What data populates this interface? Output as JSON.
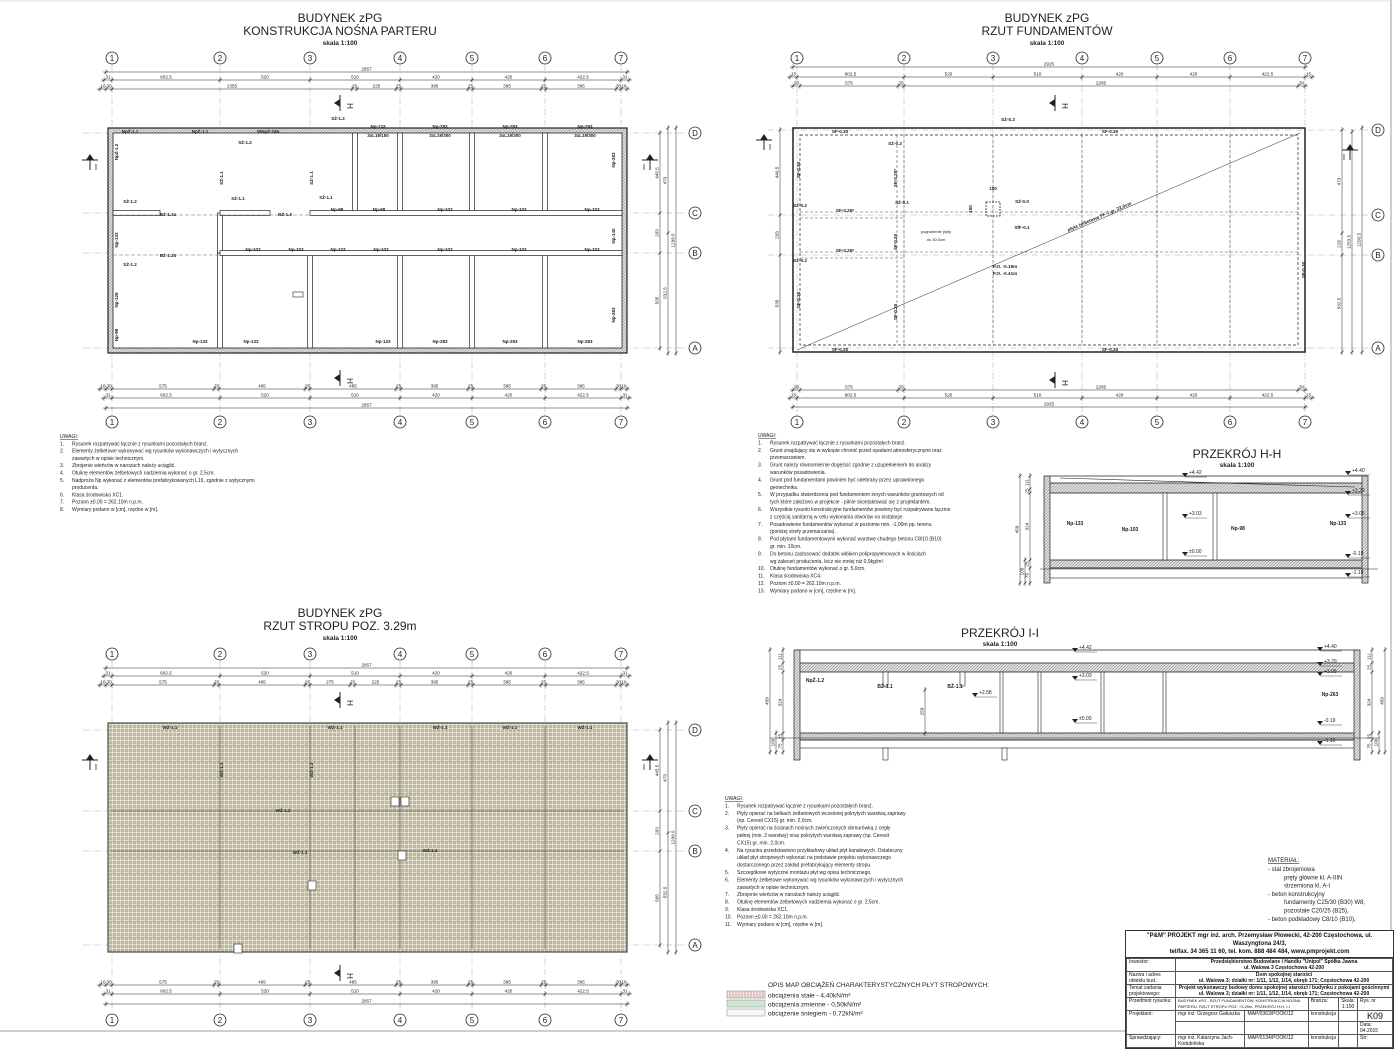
{
  "plans": [
    {
      "title": "BUDYNEK zPG",
      "subtitle": "KONSTRUKCJA NOŚNA PARTERU",
      "scale": "skala 1:100",
      "col_axes": [
        "1",
        "2",
        "3",
        "4",
        "5",
        "6",
        "7"
      ],
      "row_axes": [
        "D",
        "C",
        "B",
        "A"
      ],
      "section_marks": [
        "I",
        "I",
        "H",
        "H"
      ],
      "dims_top": [
        [
          "2957"
        ],
        [
          "31",
          "602.5",
          "520",
          "510",
          "420",
          "420",
          "422.5",
          "31"
        ],
        [
          "16",
          "30",
          "1355",
          "25",
          "225",
          "25",
          "395",
          "25",
          "395",
          "25",
          "395",
          "30",
          "16"
        ]
      ],
      "dims_bottom": [
        [
          "16",
          "30",
          "575",
          "25",
          "495",
          "25",
          "485",
          "25",
          "395",
          "25",
          "395",
          "25",
          "395",
          "30",
          "16"
        ],
        [
          "31",
          "602.5",
          "520",
          "510",
          "420",
          "420",
          "422.5",
          "31"
        ],
        [
          "2957"
        ]
      ],
      "dims_side": [
        [
          "445.5",
          "203",
          "505"
        ],
        [
          "473",
          "532.5"
        ],
        [
          "1299.5"
        ]
      ],
      "labels": [
        "NpŻ-1.1",
        "NpŻ-1.1",
        "WNpŻ-249",
        "SŻ-1.2",
        "SŻ-1.2",
        "Np-133",
        "Np-283",
        "Np-283",
        "Np-283",
        "3xL19/150",
        "3xL19/300",
        "3xL19/300",
        "3xL19/300",
        "NpŻ-1.2",
        "SŻ-1.1",
        "SŻ-1.1",
        "SŻ-1.2",
        "SŻ-1.1",
        "SŻ-1.1",
        "BŻ-1.2a",
        "BŻ-1.3",
        "Np-98",
        "Np-98",
        "Np-103",
        "Np-103",
        "Np-103",
        "BŻ-1.2b",
        "SŻ-1.2",
        "Np-103",
        "Np-103",
        "Np-103",
        "Np-103",
        "Np-103",
        "Np-103",
        "Np-103",
        "Np-133",
        "Np-133",
        "Np-133",
        "Np-283",
        "Np-283",
        "Np-283",
        "Np-133",
        "Np-128",
        "Np-98",
        "Np-283",
        "Np-140",
        "Np-283"
      ]
    },
    {
      "title": "BUDYNEK zPG",
      "subtitle": "RZUT FUNDAMENTÓW",
      "scale": "skala 1:100",
      "col_axes": [
        "1",
        "2",
        "3",
        "4",
        "5",
        "6",
        "7"
      ],
      "row_axes": [
        "D",
        "C",
        "B",
        "A"
      ],
      "section_marks": [
        "I",
        "I",
        "H",
        "H"
      ],
      "dims_top": [
        [
          "2925"
        ],
        [
          "15",
          "602.5",
          "520",
          "510",
          "420",
          "420",
          "422.5",
          "15"
        ],
        [
          "30",
          "575",
          "25",
          "2265",
          "30"
        ]
      ],
      "dims_bottom": [
        [
          "30",
          "575",
          "25",
          "2265",
          "30"
        ],
        [
          "15",
          "602.5",
          "520",
          "510",
          "420",
          "420",
          "422.5",
          "15"
        ],
        [
          "2925"
        ]
      ],
      "dims_side": [
        [
          "473",
          "228",
          "532.5"
        ],
        [
          "1253.5"
        ],
        [
          "1293.5"
        ]
      ],
      "dims_left": [
        "440.5",
        "203",
        "535"
      ],
      "labels": [
        "SF-0.30",
        "SF-0.30",
        "SF-0.30",
        "SF-0.30",
        "SŻ-0.2",
        "SŻ-0.2",
        "SŻ-0.2",
        "SŻ-0.2",
        "SŻ-0.1",
        "SŻ-0.0",
        "SfF-0.1",
        "SF-0.25*",
        "SF-0.25*",
        "SF-0.25*",
        "SF-0.25",
        "SF-0.25",
        "SF-0.30",
        "SF-0.30",
        "SF-0.30",
        "100",
        "100",
        "pogrubienie płyty",
        "do 30,0cm",
        "płyta żelbetowa PF-1 gr. 22,0cm",
        "P.O. -0.19m",
        "P.O. -0.41m"
      ]
    },
    {
      "title": "BUDYNEK zPG",
      "subtitle": "RZUT STROPU POZ. 3.29m",
      "scale": "skala 1:100",
      "col_axes": [
        "1",
        "2",
        "3",
        "4",
        "5",
        "6",
        "7"
      ],
      "row_axes": [
        "D",
        "C",
        "B",
        "A"
      ],
      "section_marks": [
        "I",
        "I",
        "H",
        "H"
      ],
      "dims_top": [
        [
          "2957"
        ],
        [
          "31",
          "602.5",
          "520",
          "510",
          "420",
          "420",
          "422.5",
          "31"
        ],
        [
          "16",
          "30",
          "575",
          "25",
          "495",
          "25",
          "275",
          "25",
          "225",
          "25",
          "395",
          "25",
          "395",
          "25",
          "395",
          "30",
          "16"
        ]
      ],
      "dims_bottom": [
        [
          "16",
          "30",
          "575",
          "25",
          "495",
          "25",
          "485",
          "25",
          "395",
          "25",
          "395",
          "25",
          "395",
          "30",
          "16"
        ],
        [
          "31",
          "602.5",
          "520",
          "510",
          "420",
          "420",
          "422.5",
          "31"
        ],
        [
          "2957"
        ]
      ],
      "dims_side": [
        [
          "445.5",
          "203",
          "505"
        ],
        [
          "473",
          "532.5"
        ],
        [
          "1299.5"
        ]
      ],
      "labels": [
        "WŻ-1.1",
        "WŻ-1.2",
        "WŻ-1.3",
        "WŻ-1.1",
        "WŻ-1.1",
        "WŻ-1.1",
        "WŻ-1.1",
        "WŻ-1.2",
        "WŻ-1.3",
        "WŻ-1.3"
      ]
    }
  ],
  "sections": [
    {
      "title": "PRZEKRÓJ H-H",
      "scale": "skala 1:100",
      "labels": [
        "+4.42",
        "+4.40",
        "+3.29",
        "+3.03",
        "+3.05",
        "±0.00",
        "-0.19",
        "-1.19",
        "Np-133",
        "Np-103",
        "Np-98",
        "Np-133",
        "111",
        "25",
        "459",
        "324",
        "100",
        "25",
        "75"
      ]
    },
    {
      "title": "PRZEKRÓJ I-I",
      "scale": "skala 1:100",
      "labels": [
        "+4.42",
        "+4.40",
        "+3.29",
        "+3.03",
        "+3.05",
        "+2.58",
        "±0.00",
        "-0.19",
        "-1.19",
        "NpŻ-1.2",
        "BŻ-1.1",
        "BŻ-1.1",
        "Np-263",
        "111",
        "25",
        "459",
        "324",
        "259",
        "100",
        "25",
        "75",
        "111",
        "25",
        "459",
        "324",
        "100",
        "25",
        "75"
      ]
    }
  ],
  "notes": [
    {
      "heading": "UWAGI:",
      "lines": [
        [
          "1.",
          "Rysunek rozpatrywać łącznie z rysunkami pozostałych branż."
        ],
        [
          "2.",
          "Elementy żelbetowe wykonywać wg rysunków wykonawczych i wytycznych"
        ],
        [
          "",
          "zawartych w opisie technicznym."
        ],
        [
          "3.",
          "Zbrojenie wieńców w narożach należy uciąglić."
        ],
        [
          "4.",
          "Otulinę elementów żelbetowych nadziemia wykonać o gr. 2,5cm."
        ],
        [
          "5.",
          "Nadproża Np wykonać z elementów prefabrykowanych L19, zgodnie z wytycznymi"
        ],
        [
          "",
          "producenta."
        ],
        [
          "6.",
          "Klasa środowiska XC1."
        ],
        [
          "7.",
          "Poziom ±0.00 = 262.10m n.p.m."
        ],
        [
          "8.",
          "Wymiary podano w [cm], rzędne w [m]."
        ]
      ]
    },
    {
      "heading": "UWAGI:",
      "lines": [
        [
          "1.",
          "Rysunek rozpatrywać łącznie z rysunkami pozostałych branż."
        ],
        [
          "2.",
          "Grunt znajdujący się w wykopie chronić przed opadami atmosferycznymi oraz"
        ],
        [
          "",
          "przemarzaniem."
        ],
        [
          "3.",
          "Grunt należy równomiernie dogęścić zgodnie z uzupełnieniem do analizy"
        ],
        [
          "",
          "warunków posadowienia."
        ],
        [
          "4.",
          "Grunt pod fundamentami powinien być odebrany przez uprawnionego"
        ],
        [
          "",
          "geotechnika."
        ],
        [
          "5.",
          "W przypadku stwierdzenia pod fundamentem innych warunków gruntowych od"
        ],
        [
          "",
          "tych które założono w projekcie - pilnie skontaktować się z projektantem."
        ],
        [
          "6.",
          "Wszystkie rysunki konstrukcyjne fundamentów powinny być rozpatrywane łącznie"
        ],
        [
          "",
          "z częścią sanitarną w celu wykonania otworów na instalacje."
        ],
        [
          "7.",
          "Posadowienie fundamentów wykonać w poziomie min. -1,00m pp. terenu"
        ],
        [
          "",
          "(poniżej strefy przemarzania)."
        ],
        [
          "8.",
          "Pod płytami fundamentowymi wykonać warstwę chudego betonu C8/10 (B10)"
        ],
        [
          "",
          "gr. min. 10cm."
        ],
        [
          "9.",
          "Do betonu zastosować dodatek włókien polipropylenowych w ilościach"
        ],
        [
          "",
          "wg zaleceń producenta, lecz nie mniej niż 0,9kg/m³."
        ],
        [
          "10.",
          "Otulinę fundamentów wykonać o gr. 5,0cm."
        ],
        [
          "11.",
          "Klasa środowiska XC4."
        ],
        [
          "12.",
          "Poziom ±0.00 = 262.10m n.p.m."
        ],
        [
          "13.",
          "Wymiary podano w [cm], rzędne w [m]."
        ]
      ]
    },
    {
      "heading": "UWAGI:",
      "lines": [
        [
          "1.",
          "Rysunek rozpatrywać łącznie z rysunkami pozostałych branż."
        ],
        [
          "2.",
          "Płyty opierać na belkach żelbetowych wcześniej pokrytych warstwą zaprawy"
        ],
        [
          "",
          "(np. Ceresit CX15) gr. min. 2,0cm."
        ],
        [
          "3.",
          "Płyty opierać na ścianach nośnych zwieńczonych obmurówką z cegły"
        ],
        [
          "",
          "pełnej (min. 2 warstwy) oraz pokrytych warstwą zaprawy (np. Ceresit"
        ],
        [
          "",
          "CX15) gr. min. 2,0cm."
        ],
        [
          "4.",
          "Na rysunku przedstawiono przykładowy układ płyt kanałowych. Ostateczny"
        ],
        [
          "",
          "układ płyt stropowych wykonać na podstawie projektu wykonawczego"
        ],
        [
          "",
          "dostarczonego przez zakład prefabrykujący elementy stropu."
        ],
        [
          "5.",
          "Szczegółowe wytyczne montażu płyt wg opisu technicznego."
        ],
        [
          "6.",
          "Elementy żelbetowe wykonywać wg rysunków wykonawczych i wytycznych"
        ],
        [
          "",
          "zawartych w opisie technicznym."
        ],
        [
          "7.",
          "Zbrojenie wieńców w narożach należy uciąglić."
        ],
        [
          "8.",
          "Otulinę elementów żelbetowych nadziemia wykonać o gr. 2,5cm."
        ],
        [
          "9.",
          "Klasa środowiska XC1."
        ],
        [
          "10.",
          "Poziom ±0.00 = 262.10m n.p.m."
        ],
        [
          "11.",
          "Wymiary podano w [cm], rzędne w [m]."
        ]
      ]
    }
  ],
  "legend": {
    "title": "OPIS MAP OBCIĄŻEŃ CHARAKTERYSTYCZNYCH PŁYT STROPOWYCH:",
    "items": [
      {
        "text": "obciążenia stałe - 4,40kN/m²",
        "color": "#e8c8c8"
      },
      {
        "text": "obciążenia zmienne - 0,50kN/m²",
        "color": "#cfe6d2"
      },
      {
        "text": "obciążenie śniegiem - 0,72kN/m²",
        "color": "#f4f8f0"
      }
    ]
  },
  "material": {
    "heading": "MATERIAŁ:",
    "lines": [
      "- stal zbrojeniowa",
      "pręty główne kl. A-IIIN",
      "strzemiona kl. A-I",
      "- beton konstrukcyjny",
      "fundamenty C25/30 (B30) W8,",
      "pozostałe C20/25 (B25),",
      "- beton podkładowy C8/10 (B10),"
    ]
  },
  "title_block": {
    "header1": "\"P&M\" PROJEKT mgr inż. arch. Przemysław Płowecki, 42-200 Częstochowa, ul. Waszyngtona 24/3,",
    "header2": "tel/fax. 34 365 11 60, tel. kom. 888 484 484, www.pmprojekt.com",
    "investor_label": "Inwestor:",
    "investor_1": "Przedsiębiorstwo Budowlane i Handlu \"Unipol\" Spółka Jawna",
    "investor_2": "ul. Walowa 3 Częstochowa 42-200",
    "object_label": "Nazwa i adres obiektu bud.:",
    "object_1": "Dom spokojnej starości",
    "object_2": "ul. Walowa 3; działki nr: 1/11, 1/12, 1/14, obręb 171; Częstochowa 42-200",
    "topic_label": "Temat zadania projektowego:",
    "topic_1": "Projekt wykonawczy budowy domu spokojnej starości i budynku z pokojami gościnnymi",
    "topic_2": "ul. Walowa 3; działki nr: 1/11, 1/12, 1/14, obręb 171; Częstochowa 42-200",
    "subject_label": "Przedmiot rysunku:",
    "subject": "BUDYNEK zPG - RZUT FUNDAMENTÓW, KONSTRUKCJA NOŚNA PARTERU, RZUT STROPU POZ. +3,29m, PRZEKRÓJ H-H, I-I",
    "branch_label": "Branża:",
    "scale_label": "Skala:",
    "scale": "1:100",
    "drawing_no_label": "Rys. nr",
    "drawing_no": "K09",
    "designer_label": "Projektant:",
    "designer": "mgr inż. Grzegorz Gałuszka",
    "designer_license": "MAP/0363/POOK/12",
    "designer_branch": "konstrukcja",
    "date_label": "Data:",
    "date": "04.2015",
    "checker_label": "Sprawdzający:",
    "checker": "mgr inż. Katarzyna Jach-Kodubińska",
    "checker_license": "MAP/0134/POOK/12",
    "checker_branch": "konstrukcja",
    "page_label": "Str:"
  }
}
